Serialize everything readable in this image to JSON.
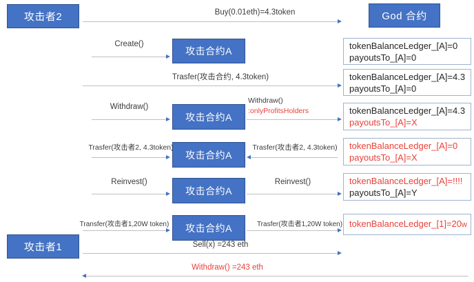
{
  "diagram": {
    "title": "Attack sequence diagram",
    "colors": {
      "box_fill": "#4472C4",
      "box_border": "#2F528F",
      "box_text": "#FFFFFF",
      "ledger_border": "#9DB2CE",
      "arrow": "#BFBFBF",
      "arrow_head": "#4472C4",
      "highlight_red": "#E8413A",
      "text": "#262626"
    },
    "actors": {
      "attacker2": "攻击者2",
      "attacker1": "攻击者1",
      "god_contract": "God 合约",
      "attack_contract": "攻击合约A"
    },
    "contract_boxes": [
      {
        "label": "攻击合约A"
      },
      {
        "label": "攻击合约A"
      },
      {
        "label": "攻击合约A"
      },
      {
        "label": "攻击合约A"
      },
      {
        "label": "攻击合约A"
      }
    ],
    "arrow_labels": {
      "buy": "Buy(0.01eth)=4.3token",
      "create": "Create()",
      "trasfer_contract": "Trasfer(攻击合约, 4.3token)",
      "withdraw_left": "Withdraw()",
      "withdraw_right_line1": "Withdraw()",
      "withdraw_right_line2": ":onlyProfitsHolders",
      "trasfer_attacker2_left": "Trasfer(攻击者2, 4.3token)",
      "trasfer_attacker2_right": "Trasfer(攻击者2, 4.3token)",
      "reinvest_left": "Reinvest()",
      "reinvest_right": "Reinvest()",
      "transfer_attacker1_left": "Transfer(攻击者1,20W token)",
      "transfer_attacker1_right": "Trasfer(攻击者1,20W token)",
      "sell": "Sell(x) =243 eth",
      "withdraw_eth": "Withdraw() =243 eth"
    },
    "ledger_states": [
      {
        "line1": "tokenBalanceLedger_[A]=0",
        "line1_color": "black",
        "line2": "payoutsTo_[A]=0",
        "line2_color": "black"
      },
      {
        "line1": "tokenBalanceLedger_[A]=4.3",
        "line1_color": "black",
        "line2": "payoutsTo_[A]=0",
        "line2_color": "black"
      },
      {
        "line1": "tokenBalanceLedger_[A]=4.3",
        "line1_color": "black",
        "line2": "payoutsTo_[A]=X",
        "line2_color": "red"
      },
      {
        "line1": "tokenBalanceLedger_[A]=0",
        "line1_color": "red",
        "line2": "payoutsTo_[A]=X",
        "line2_color": "red"
      },
      {
        "line1": "tokenBalanceLedger_[A]=!!!!",
        "line1_color": "red",
        "line2": "payoutsTo_[A]=Y",
        "line2_color": "black"
      },
      {
        "line1": "tokenBalanceLedger_[1]=20",
        "line1_suffix": "w",
        "line1_color": "red",
        "line2": "",
        "line2_color": "black"
      }
    ]
  }
}
